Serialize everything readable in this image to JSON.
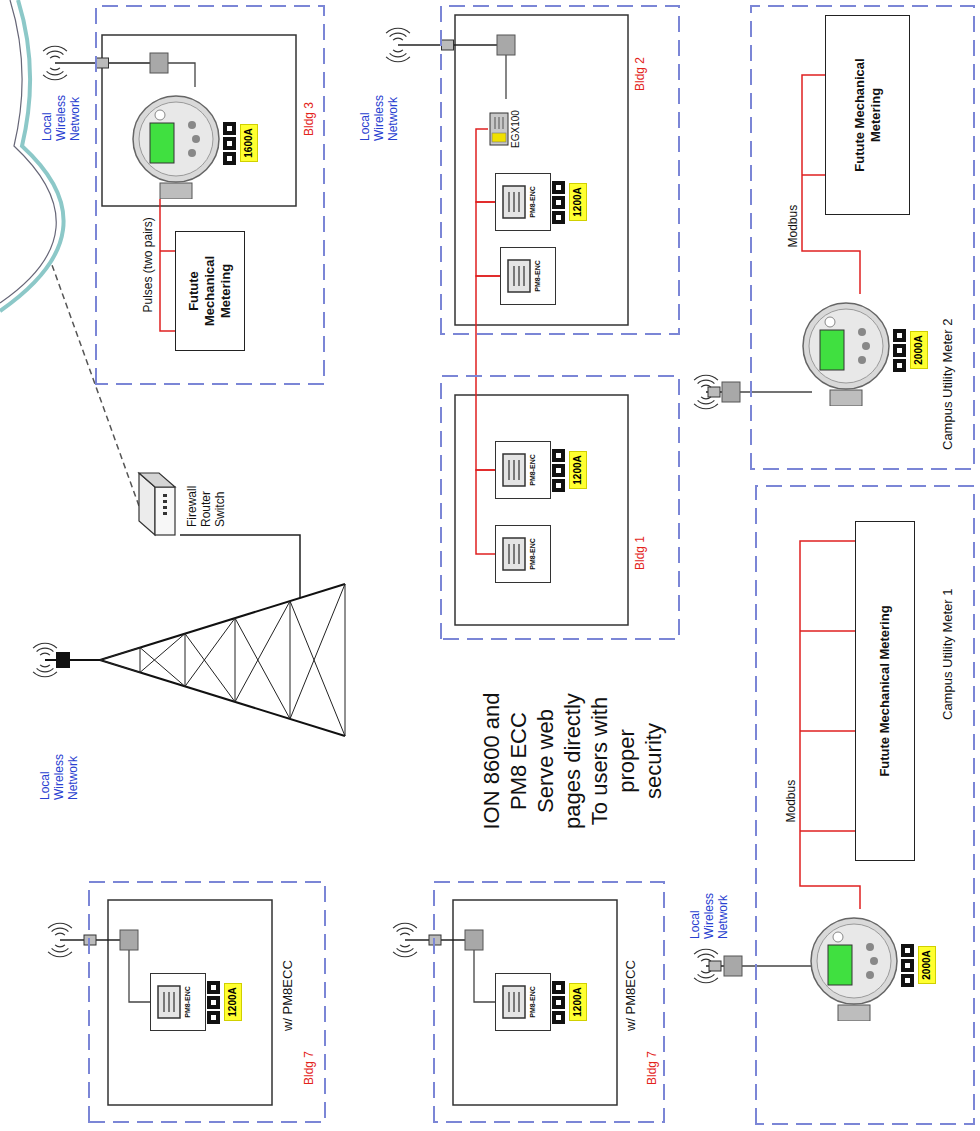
{
  "diagram": {
    "nodes": [
      {
        "text": [
          "Bldg 7",
          "w/ PM8ECC"
        ]
      },
      {
        "text": [
          "PM8-ENC",
          "1200A"
        ],
        "in": 0
      },
      {
        "text": [
          "Bldg 7",
          "w/ PM8ECC"
        ]
      },
      {
        "text": [
          "PM8-ENC",
          "1200A"
        ],
        "in": 2
      },
      {
        "text": [
          "Campus Utility Meter 1"
        ]
      },
      {
        "text": [
          "2000A"
        ],
        "in": 4
      },
      {
        "text": [
          "Futute Mechanical Metering"
        ],
        "in": 4
      },
      {
        "text": [
          "Bldg 3"
        ]
      },
      {
        "text": [
          "1600A"
        ],
        "in": 7
      },
      {
        "text": [
          "Futute Mechanical Metering"
        ],
        "in": 7
      },
      {
        "text": [
          "Bldg 1"
        ]
      },
      {
        "text": [
          "PM8-ENC"
        ],
        "in": 10
      },
      {
        "text": [
          "PM8-ENC",
          "1200A"
        ],
        "in": 10
      },
      {
        "text": [
          "Bldg 2"
        ]
      },
      {
        "text": [
          "PM8-ENC"
        ],
        "in": 13
      },
      {
        "text": [
          "PM8-ENC",
          "1200A"
        ],
        "in": 13
      },
      {
        "text": [
          "EGX100"
        ],
        "in": 13
      },
      {
        "text": [
          "Campus Utility Meter 2"
        ]
      },
      {
        "text": [
          "2000A"
        ],
        "in": 17
      },
      {
        "text": [
          "Futute Mechanical Metering"
        ],
        "in": 17
      },
      {
        "text": [
          "Firewall Router Switch"
        ]
      }
    ],
    "edges": [
      {
        "from": 5,
        "to": 6,
        "arrow": "none",
        "label": "Modbus"
      },
      {
        "from": 8,
        "to": 9,
        "arrow": "none",
        "label": "Pulses (two pairs)"
      },
      {
        "from": 16,
        "to": 15,
        "arrow": "none"
      },
      {
        "from": 15,
        "to": 14,
        "arrow": "none"
      },
      {
        "from": 14,
        "to": 12,
        "arrow": "none"
      },
      {
        "from": 12,
        "to": 11,
        "arrow": "none"
      },
      {
        "from": 18,
        "to": 19,
        "arrow": "none",
        "label": "Modbus"
      }
    ],
    "labels": [
      "Local Wireless Network",
      "Local Wireless Network",
      "Local Wireless Network",
      "Local Wireless Network",
      "ION 8600 and PM8 ECC Serve web pages directly To users with proper security"
    ]
  }
}
